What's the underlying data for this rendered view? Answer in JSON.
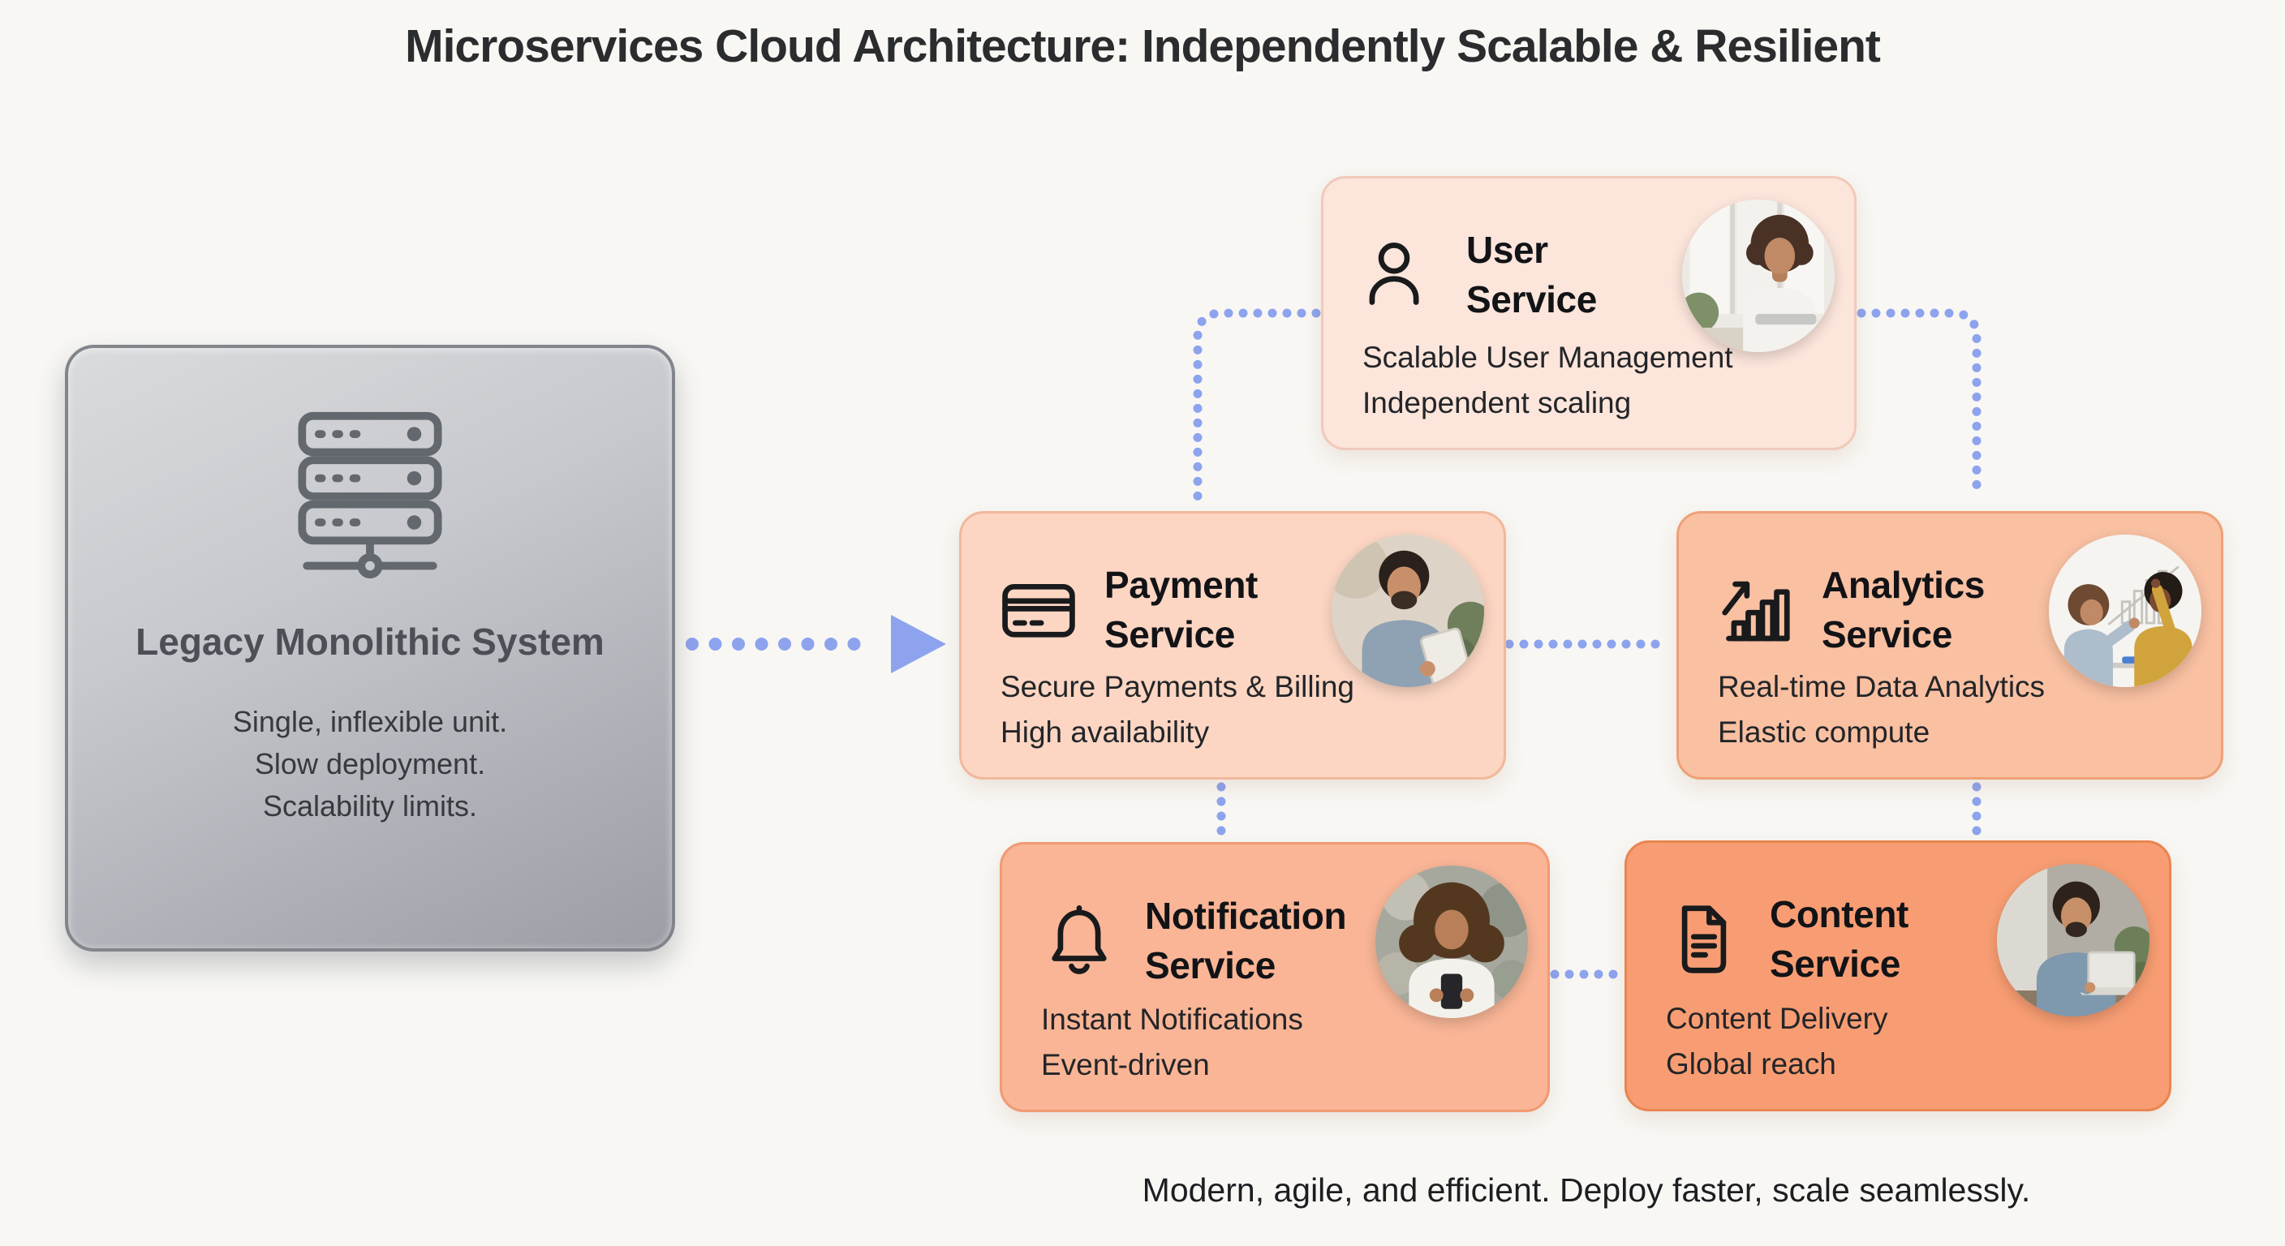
{
  "title": "Microservices Cloud Architecture: Independently Scalable & Resilient",
  "footer": "Modern, agile, and efficient. Deploy faster, scale seamlessly.",
  "legacy": {
    "title": "Legacy Monolithic System",
    "line1": "Single, inflexible unit.",
    "line2": "Slow deployment.",
    "line3": "Scalability limits.",
    "icon": "server-rack-icon"
  },
  "services": {
    "user": {
      "name_line1": "User",
      "name_line2": "Service",
      "desc_line1": "Scalable User Management",
      "desc_line2": "Independent scaling",
      "icon": "person-icon",
      "photo": "woman-working-at-laptop"
    },
    "payment": {
      "name_line1": "Payment",
      "name_line2": "Service",
      "desc_line1": "Secure Payments & Billing",
      "desc_line2": "High availability",
      "icon": "credit-card-icon",
      "photo": "man-using-tablet"
    },
    "analytics": {
      "name_line1": "Analytics",
      "name_line2": "Service",
      "desc_line1": "Real-time Data Analytics",
      "desc_line2": "Elastic compute",
      "icon": "bar-chart-growth-icon",
      "photo": "two-people-at-whiteboard"
    },
    "notification": {
      "name_line1": "Notification",
      "name_line2": "Service",
      "desc_line1": "Instant Notifications",
      "desc_line2": "Event-driven",
      "icon": "bell-icon",
      "photo": "woman-holding-phone"
    },
    "content": {
      "name_line1": "Content",
      "name_line2": "Service",
      "desc_line1": "Content Delivery",
      "desc_line2": "Global reach",
      "icon": "document-icon",
      "photo": "man-typing-on-laptop"
    }
  },
  "colors": {
    "background": "#f8f7f4",
    "connector_blue": "#8da3ee",
    "legacy_gradient_from": "#d9dbde",
    "legacy_gradient_to": "#9b9ea5",
    "user_card": "#fce5db",
    "payment_card": "#fcd6c3",
    "analytics_card": "#f9c0a2",
    "notification_card": "#f9b596",
    "content_card": "#f89d73"
  }
}
